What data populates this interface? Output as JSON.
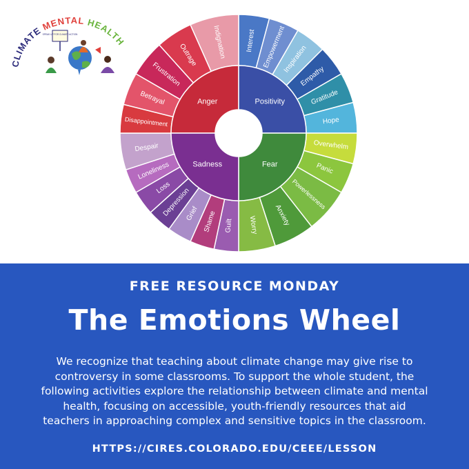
{
  "logo": {
    "words": [
      "CLIMATE",
      "MENTAL",
      "HEALTH"
    ],
    "colors": [
      "#2b2a7a",
      "#e0403b",
      "#69b43c"
    ],
    "sign_text": "SPEAK UP FOR CLIMATE ACTION",
    "icon": "earth-with-people-icon"
  },
  "wheel": {
    "core": [
      {
        "label": "Anger",
        "color": "#c62a3a",
        "start": 270,
        "end": 360
      },
      {
        "label": "Positivity",
        "color": "#3a4fa6",
        "start": 0,
        "end": 90
      },
      {
        "label": "Fear",
        "color": "#3f8a3c",
        "start": 90,
        "end": 180
      },
      {
        "label": "Sadness",
        "color": "#7a2f91",
        "start": 180,
        "end": 270
      }
    ],
    "outer": [
      {
        "label": "Interest",
        "color": "#4a78c6",
        "start": 0,
        "end": 15
      },
      {
        "label": "Empowerment",
        "color": "#6f8ed0",
        "start": 15,
        "end": 30
      },
      {
        "label": "Inspiration",
        "color": "#8fc2e0",
        "start": 30,
        "end": 45
      },
      {
        "label": "Empathy",
        "color": "#2e5ba8",
        "start": 45,
        "end": 60
      },
      {
        "label": "Gratitude",
        "color": "#2f8fa8",
        "start": 60,
        "end": 75
      },
      {
        "label": "Hope",
        "color": "#53b5dc",
        "start": 75,
        "end": 90
      },
      {
        "label": "Overwhelm",
        "color": "#c6dc3c",
        "start": 90,
        "end": 105
      },
      {
        "label": "Panic",
        "color": "#8cc63e",
        "start": 105,
        "end": 120
      },
      {
        "label": "Powerlessness",
        "color": "#7bbb44",
        "start": 120,
        "end": 142
      },
      {
        "label": "Anxiety",
        "color": "#4f9a3a",
        "start": 142,
        "end": 162
      },
      {
        "label": "Worry",
        "color": "#86bb44",
        "start": 162,
        "end": 180
      },
      {
        "label": "Guilt",
        "color": "#9a5cb0",
        "start": 180,
        "end": 192
      },
      {
        "label": "Shame",
        "color": "#b23d7c",
        "start": 192,
        "end": 204
      },
      {
        "label": "Grief",
        "color": "#a98cc8",
        "start": 204,
        "end": 216
      },
      {
        "label": "Depression",
        "color": "#6b3f94",
        "start": 216,
        "end": 228
      },
      {
        "label": "Loss",
        "color": "#8a4aa6",
        "start": 228,
        "end": 240
      },
      {
        "label": "Loneliness",
        "color": "#b66bbf",
        "start": 240,
        "end": 252
      },
      {
        "label": "Despair",
        "color": "#c3a2cc",
        "start": 252,
        "end": 270
      },
      {
        "label": "Disappointment",
        "color": "#d83a3f",
        "start": 270,
        "end": 284
      },
      {
        "label": "Betrayal",
        "color": "#e3546a",
        "start": 284,
        "end": 300
      },
      {
        "label": "Frustration",
        "color": "#c8285a",
        "start": 300,
        "end": 318
      },
      {
        "label": "Outrage",
        "color": "#d93a4e",
        "start": 318,
        "end": 336
      },
      {
        "label": "Indignation",
        "color": "#e89aa8",
        "start": 336,
        "end": 360
      }
    ]
  },
  "banner": {
    "kicker": "FREE RESOURCE MONDAY",
    "title": "The Emotions Wheel",
    "description": "We recognize that teaching about climate change may give rise to controversy in some classrooms. To support the whole student, the following activities explore the relationship between climate and mental health, focusing on accessible, youth-friendly resources that aid teachers in approaching complex and sensitive topics in the classroom.",
    "url": "HTTPS://CIRES.COLORADO.EDU/CEEE/LESSON",
    "background": "#2857bf"
  }
}
